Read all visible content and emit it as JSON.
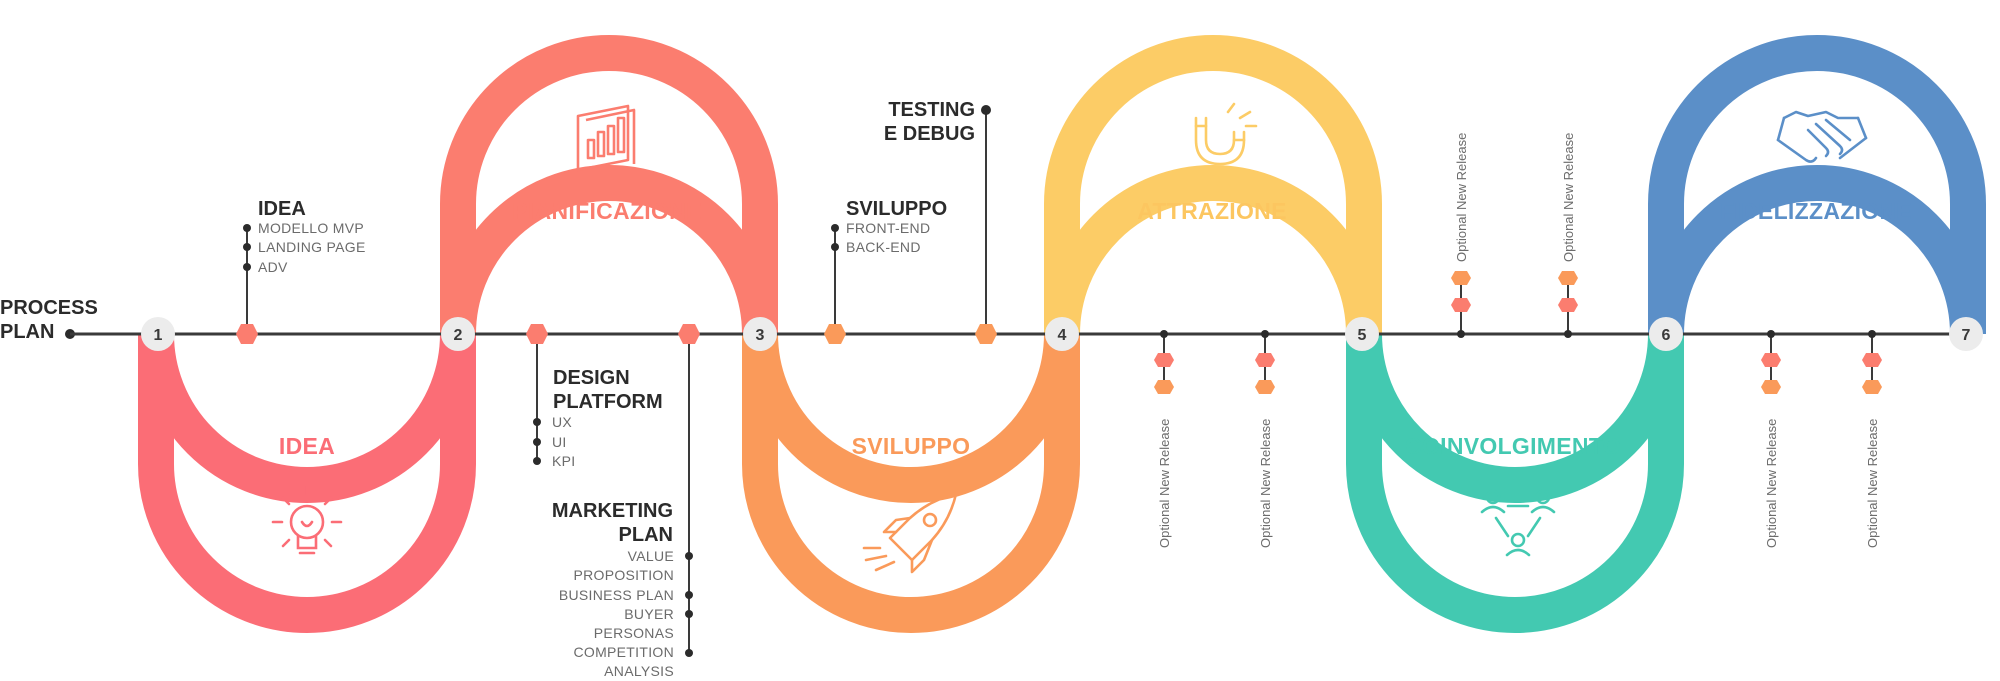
{
  "start_label": [
    "PROCESS",
    "PLAN"
  ],
  "milestones": [
    "1",
    "2",
    "3",
    "4",
    "5",
    "6",
    "7"
  ],
  "phases": [
    {
      "name": "IDEA",
      "color": "#fb6d76"
    },
    {
      "name": "PIANIFICAZIONE",
      "color": "#fb7d6f"
    },
    {
      "name": "SVILUPPO",
      "color": "#fa9a5a"
    },
    {
      "name": "ATTRAZIONE",
      "color": "#fccc66"
    },
    {
      "name": "COINVOLGIMENTO",
      "color": "#43c9b1"
    },
    {
      "name": "FIDELIZZAZIONE",
      "color": "#5b8fc8"
    }
  ],
  "idea_steps": {
    "title": "IDEA",
    "items": [
      "MODELLO MVP",
      "LANDING PAGE",
      "ADV"
    ]
  },
  "design_platform": {
    "title": [
      "DESIGN",
      "PLATFORM"
    ],
    "items": [
      "UX",
      "UI",
      "KPI"
    ]
  },
  "marketing_plan": {
    "title": [
      "MARKETING",
      "PLAN"
    ],
    "items": [
      "VALUE",
      "PROPOSITION",
      "BUSINESS PLAN",
      "BUYER",
      "PERSONAS",
      "COMPETITION",
      "ANALYSIS"
    ]
  },
  "sviluppo_steps": {
    "title": "SVILUPPO",
    "items": [
      "FRONT-END",
      "BACK-END"
    ]
  },
  "testing": {
    "title": [
      "TESTING",
      "E DEBUG"
    ]
  },
  "optional_release": "Optional New Release",
  "icons": [
    "lightbulb-icon",
    "chart-report-icon",
    "rocket-icon",
    "magnet-icon",
    "team-network-icon",
    "handshake-icon"
  ]
}
